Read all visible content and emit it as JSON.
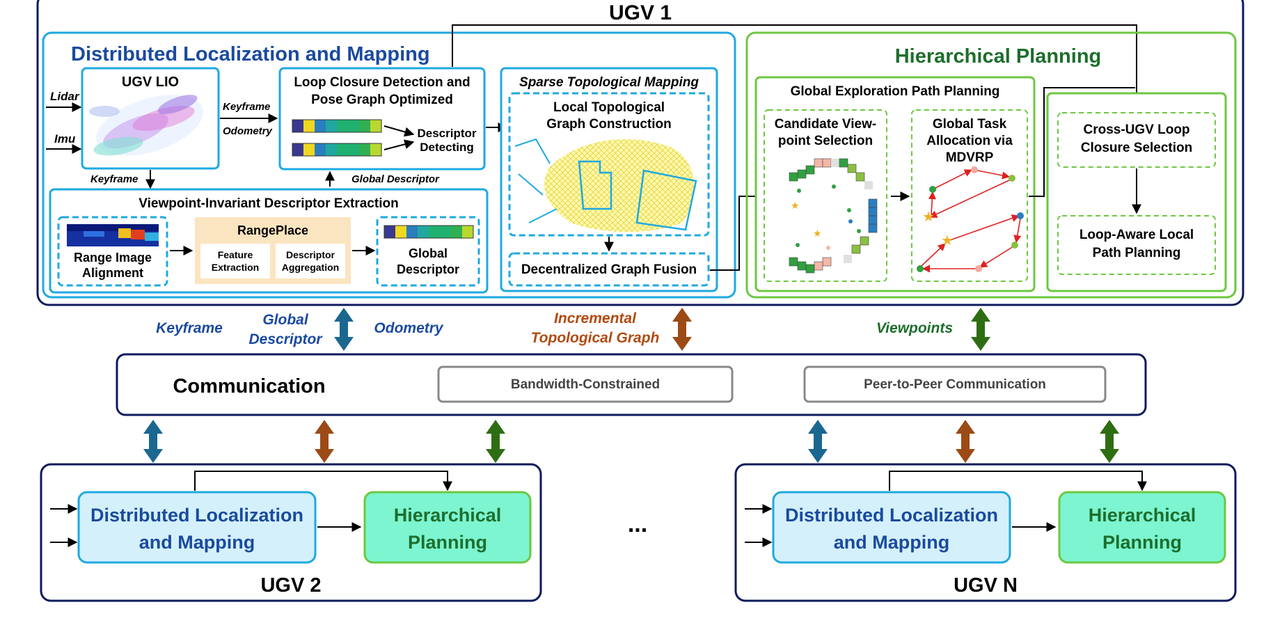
{
  "ugv1": {
    "title": "UGV 1",
    "dlm": {
      "title": "Distributed Localization and Mapping",
      "inputs": [
        "Lidar",
        "Imu"
      ],
      "lio": "UGV LIO",
      "keyframe": "Keyframe",
      "odometry": "Odometry",
      "keyframe_down": "Keyframe",
      "loop_title": [
        "Loop Closure Detection and",
        "Pose Graph Optimized"
      ],
      "descriptor_detecting": [
        "Descriptor",
        "Detecting"
      ],
      "global_descriptor_label": "Global Descriptor",
      "vide_title": "Viewpoint-Invariant Descriptor Extraction",
      "range_image": [
        "Range Image",
        "Alignment"
      ],
      "rangeplace": "RangePlace",
      "feature_extraction": [
        "Feature",
        "Extraction"
      ],
      "descriptor_aggregation": [
        "Descriptor",
        "Aggregation"
      ],
      "global_descriptor": [
        "Global",
        "Descriptor"
      ],
      "stm_title": "Sparse Topological Mapping",
      "ltgc": [
        "Local Topological",
        "Graph Construction"
      ],
      "dgf": "Decentralized Graph Fusion"
    },
    "hp": {
      "title": "Hierarchical Planning",
      "gepp_title": "Global Exploration Path Planning",
      "candidate": [
        "Candidate View-",
        "point Selection"
      ],
      "gta": [
        "Global Task",
        "Allocation via",
        "MDVRP"
      ],
      "cross_ugv": [
        "Cross-UGV Loop",
        "Closure Selection"
      ],
      "loop_aware": [
        "Loop-Aware Local",
        "Path Planning"
      ]
    }
  },
  "links": {
    "keyframe": "Keyframe",
    "global_descriptor": [
      "Global",
      "Descriptor"
    ],
    "odometry": "Odometry",
    "incremental": [
      "Incremental",
      "Topological Graph"
    ],
    "viewpoints": "Viewpoints"
  },
  "communication": {
    "title": "Communication",
    "bandwidth": "Bandwidth-Constrained",
    "p2p": "Peer-to-Peer Communication"
  },
  "ugv2": {
    "title": "UGV 2",
    "dlm": [
      "Distributed Localization",
      "and Mapping"
    ],
    "hp": [
      "Hierarchical",
      "Planning"
    ]
  },
  "ugvn": {
    "title": "UGV N",
    "dlm": [
      "Distributed Localization",
      "and Mapping"
    ],
    "hp": [
      "Hierarchical",
      "Planning"
    ]
  },
  "ellipsis": "...",
  "colors": {
    "navy": "#0d1a5c",
    "cyan": "#1ea9e1",
    "blue_text": "#1a4a9f",
    "green_box": "#6cc840",
    "green_text": "#1d6e2c",
    "orange_text": "#b04b10",
    "arrow_blue": "#1a6790",
    "arrow_orange": "#9c4a16",
    "arrow_green": "#2e6e12",
    "rangeplace_bg": "#fbe5c0",
    "dlm_fill": "#d4f0fb",
    "hp_fill": "#7cf5d0"
  }
}
